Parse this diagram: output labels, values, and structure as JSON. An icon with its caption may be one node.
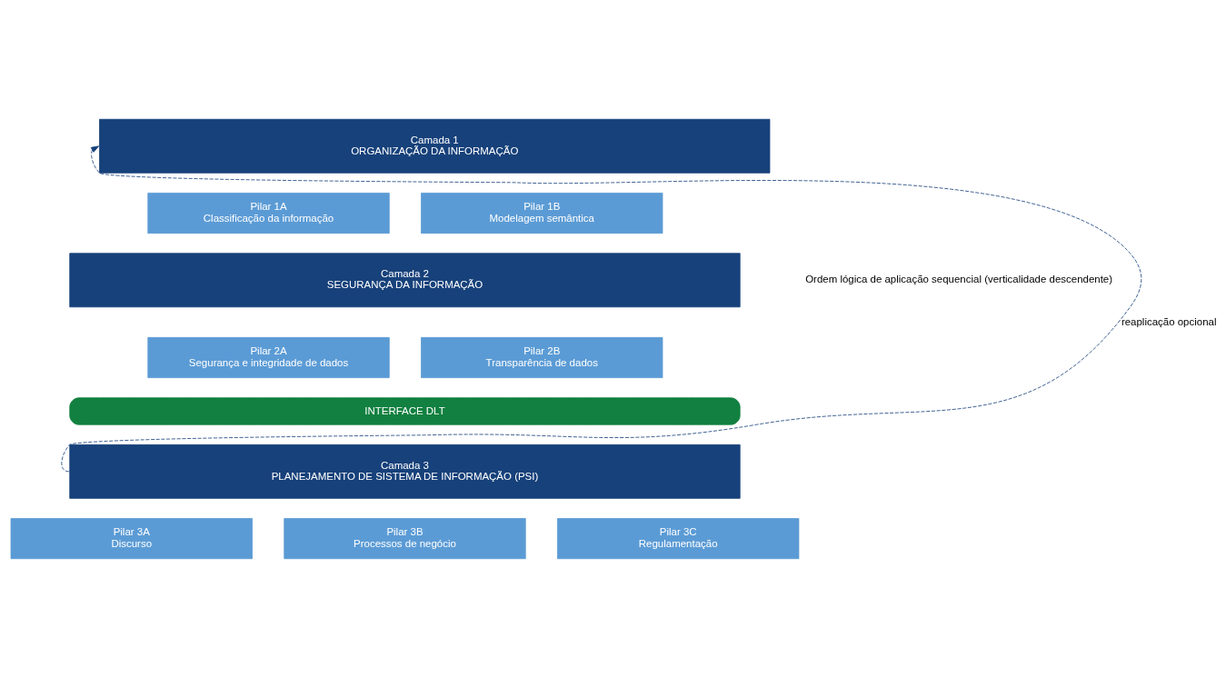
{
  "diagram": {
    "nodes": [
      {
        "text": [
          "Camada 1",
          "ORGANIZAÇÃO DA INFORMAÇÃO"
        ]
      },
      {
        "text": [
          "Pilar 1A",
          "Classificação da informação"
        ]
      },
      {
        "text": [
          "Pilar 1B",
          "Modelagem semântica"
        ]
      },
      {
        "text": [
          "Camada 2",
          "SEGURANÇA DA INFORMAÇÃO"
        ]
      },
      {
        "text": [
          "Pilar 2A",
          "Segurança e integridade de dados"
        ]
      },
      {
        "text": [
          "Pilar 2B",
          "Transparência de dados"
        ]
      },
      {
        "text": [
          "INTERFACE DLT"
        ]
      },
      {
        "text": [
          "Camada 3",
          "PLANEJAMENTO DE SISTEMA DE INFORMAÇÃO (PSI)"
        ]
      },
      {
        "text": [
          "Pilar 3A",
          "Discurso"
        ]
      },
      {
        "text": [
          "Pilar 3B",
          "Processos de negócio"
        ]
      },
      {
        "text": [
          "Pilar 3C",
          "Regulamentação"
        ]
      }
    ],
    "edges": [
      {
        "from": 7,
        "to": 0,
        "arrow": "to",
        "style": "dashed",
        "label": "reaplicação opcional"
      }
    ],
    "labels": [
      "Ordem lógica de aplicação sequencial (verticalidade descendente)"
    ]
  }
}
